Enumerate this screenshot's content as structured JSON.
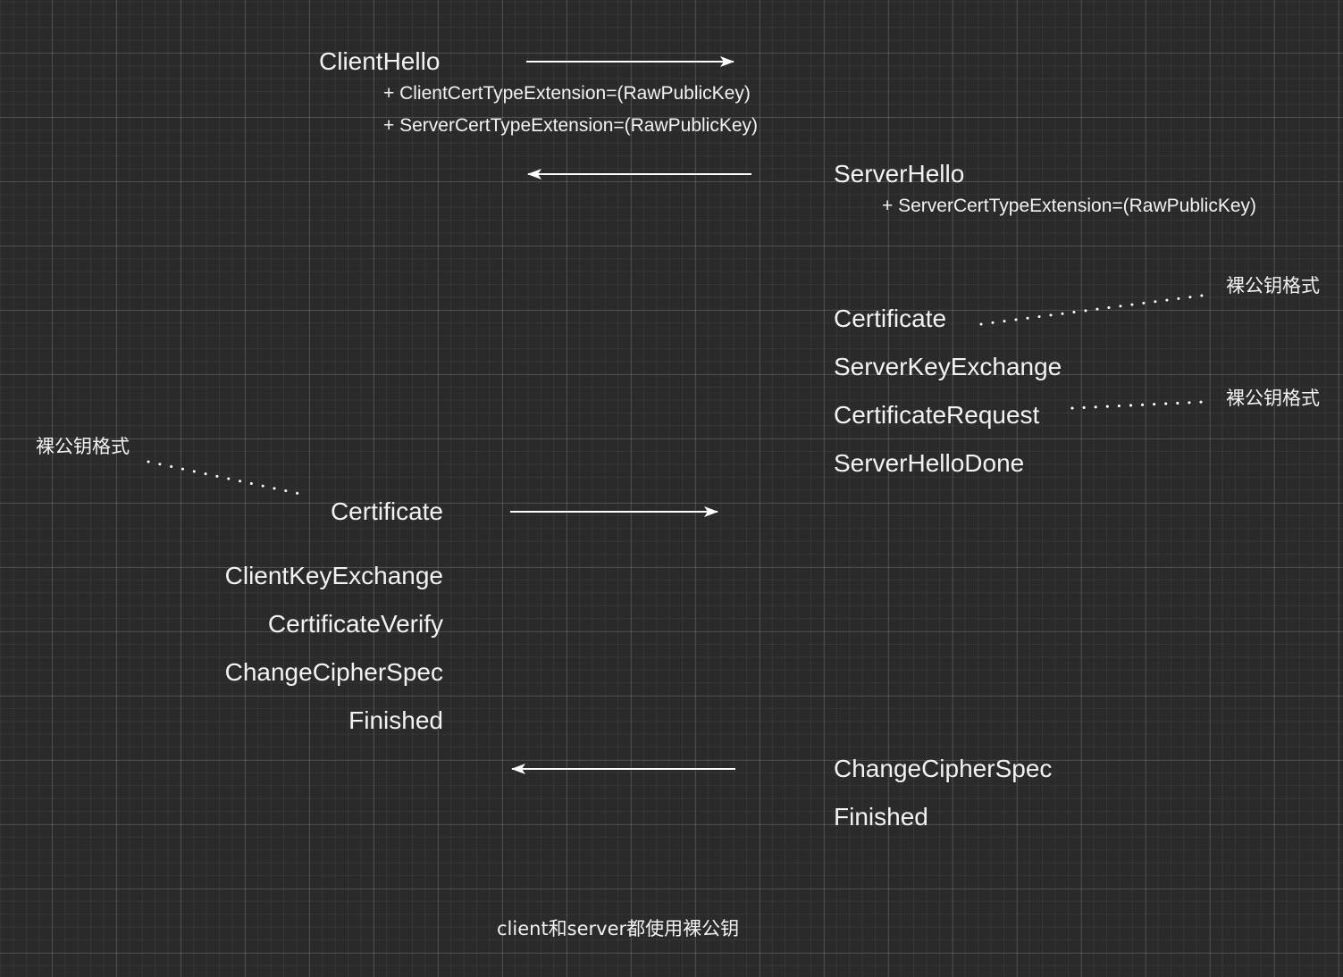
{
  "client_hello": {
    "label": "ClientHello",
    "extensions": [
      "+ ClientCertTypeExtension=(RawPublicKey)",
      "+ ServerCertTypeExtension=(RawPublicKey)"
    ]
  },
  "server_hello": {
    "label": "ServerHello",
    "extensions": [
      "+ ServerCertTypeExtension=(RawPublicKey)"
    ]
  },
  "server_flight": [
    "Certificate",
    "ServerKeyExchange",
    "CertificateRequest",
    "ServerHelloDone"
  ],
  "client_flight": [
    "Certificate",
    "ClientKeyExchange",
    "CertificateVerify",
    "ChangeCipherSpec",
    "Finished"
  ],
  "server_final": [
    "ChangeCipherSpec",
    "Finished"
  ],
  "notes": {
    "server_certificate": "裸公钥格式",
    "certificate_request": "裸公钥格式",
    "client_certificate": "裸公钥格式"
  },
  "caption": "client和server都使用裸公钥",
  "colors": {
    "background": "#2a2a2a",
    "text": "#f2f2f2",
    "arrow": "#ffffff",
    "grid": "#4a4a4a"
  }
}
